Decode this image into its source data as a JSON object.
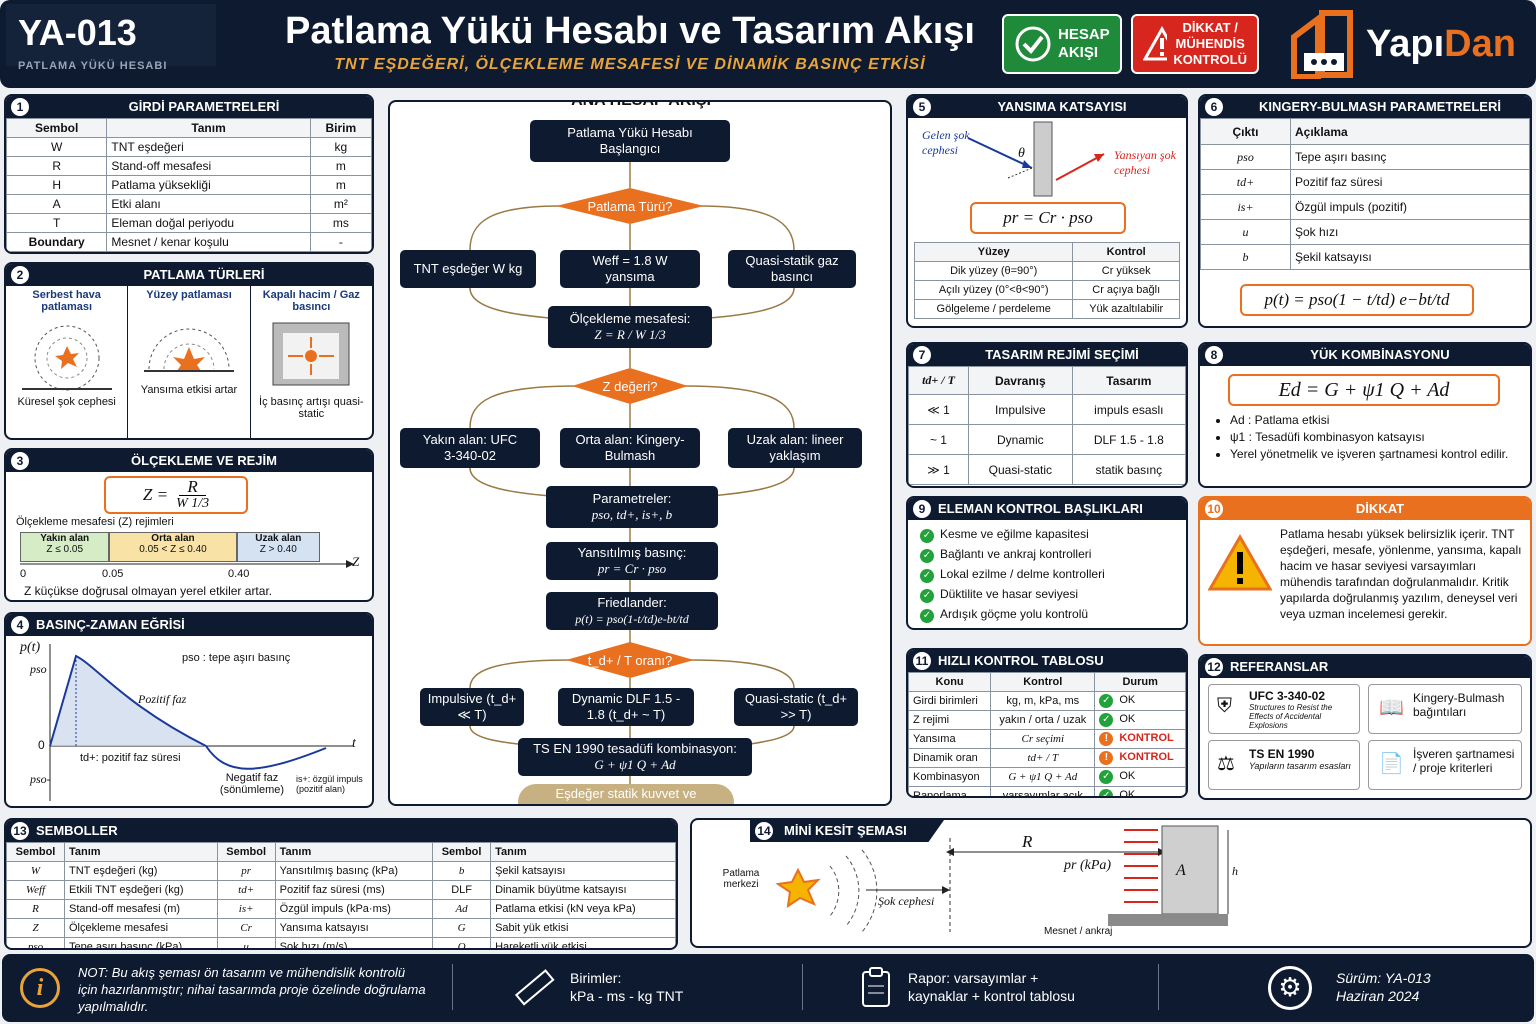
{
  "header": {
    "code": "YA-013",
    "code_sub": "PATLAMA YÜKÜ HESABI",
    "title": "Patlama Yükü Hesabı ve Tasarım Akışı",
    "subtitle": "TNT EŞDEĞERİ, ÖLÇEKLEME MESAFESİ VE DİNAMİK BASINÇ ETKİSİ",
    "badge1": [
      "HESAP",
      "AKIŞI"
    ],
    "badge2": [
      "DİKKAT /",
      "MÜHENDİS",
      "KONTROLÜ"
    ],
    "logo1": "Yapı",
    "logo2": "Dan"
  },
  "p1": {
    "num": "1",
    "title": "GİRDİ PARAMETRELERİ",
    "cols": [
      "Sembol",
      "Tanım",
      "Birim"
    ],
    "rows": [
      [
        "W",
        "TNT eşdeğeri",
        "kg"
      ],
      [
        "R",
        "Stand-off mesafesi",
        "m"
      ],
      [
        "H",
        "Patlama yüksekliği",
        "m"
      ],
      [
        "A",
        "Etki alanı",
        "m²"
      ],
      [
        "T",
        "Eleman doğal periyodu",
        "ms"
      ],
      [
        "Boundary",
        "Mesnet / kenar koşulu",
        "-"
      ]
    ]
  },
  "p2": {
    "num": "2",
    "title": "PATLAMA TÜRLERİ",
    "types": [
      {
        "t": "Serbest hava patlaması",
        "c": "Küresel şok cephesi"
      },
      {
        "t": "Yüzey patlaması",
        "c": "Yansıma etkisi artar"
      },
      {
        "t": "Kapalı hacim / Gaz basıncı",
        "c": "İç basınç artışı quasi-static"
      }
    ]
  },
  "p3": {
    "num": "3",
    "title": "ÖLÇEKLEME VE REJİM",
    "formula_l": "Z =",
    "formula_n": "R",
    "formula_d": "W 1/3",
    "rej_title": "Ölçekleme mesafesi (Z) rejimleri",
    "zones": [
      {
        "a": "Yakın alan",
        "b": "Z ≤ 0.05"
      },
      {
        "a": "Orta alan",
        "b": "0.05 < Z ≤ 0.40"
      },
      {
        "a": "Uzak alan",
        "b": "Z > 0.40"
      }
    ],
    "ticks": [
      "0",
      "0.05",
      "0.40"
    ],
    "axis": "Z",
    "note": "Z küçükse doğrusal olmayan yerel etkiler artar."
  },
  "p4": {
    "num": "4",
    "title": "BASINÇ-ZAMAN EĞRİSİ",
    "y": "p(t)",
    "pso": "pso",
    "zero": "0",
    "t": "t",
    "pso_neg": "pso-",
    "lbl_pso": "pso : tepe aşırı basınç",
    "pos": "Pozitif faz",
    "td": "td+: pozitif faz süresi",
    "neg": "Negatif faz (sönümleme)",
    "is": "is+: özgül impuls (pozitif alan)"
  },
  "flow": {
    "title": "ANA HESAP AKIŞI",
    "start": "Patlama Yükü Hesabı Başlangıcı",
    "d1": "Patlama Türü?",
    "b1": "TNT eşdeğer W kg",
    "b2": "Weff = 1.8 W yansıma",
    "b3": "Quasi-statik gaz basıncı",
    "scale": "Ölçekleme mesafesi:",
    "scale_f": "Z = R / W 1/3",
    "d2": "Z değeri?",
    "c1": "Yakın alan: UFC 3-340-02",
    "c2": "Orta alan: Kingery-Bulmash",
    "c3": "Uzak alan: lineer yaklaşım",
    "par": "Parametreler:",
    "par_f": "pso, td+, is+, b",
    "ref": "Yansıtılmış basınç:",
    "ref_f": "pr = Cr · pso",
    "fr": "Friedlander:",
    "fr_f": "p(t) = pso(1-t/td)e-bt/td",
    "d3": "t_d+ / T oranı?",
    "e1": "Impulsive (t_d+ ≪ T)",
    "e2": "Dynamic DLF 1.5 - 1.8 (t_d+ ~ T)",
    "e3": "Quasi-static (t_d+ >> T)",
    "comb": "TS EN 1990 tesadüfi kombinasyon:",
    "comb_f": "G + ψ1 Q + Ad",
    "end": "Eşdeğer statik kuvvet ve eleman kontrolü"
  },
  "p5": {
    "num": "5",
    "title": "YANSIMA KATSAYISI",
    "inc": "Gelen şok cephesi",
    "refl": "Yansıyan şok cephesi",
    "theta": "θ",
    "formula": "pr = Cr · pso",
    "cols": [
      "Yüzey",
      "Kontrol"
    ],
    "rows": [
      [
        "Dik yüzey (θ=90°)",
        "Cr yüksek"
      ],
      [
        "Açılı yüzey (0°<θ<90°)",
        "Cr açıya bağlı"
      ],
      [
        "Gölgeleme / perdeleme",
        "Yük azaltılabilir"
      ]
    ]
  },
  "p6": {
    "num": "6",
    "title": "KINGERY-BULMASH PARAMETRELERİ",
    "cols": [
      "Çıktı",
      "Açıklama"
    ],
    "rows": [
      [
        "pso",
        "Tepe aşırı basınç"
      ],
      [
        "td+",
        "Pozitif faz süresi"
      ],
      [
        "is+",
        "Özgül impuls (pozitif)"
      ],
      [
        "u",
        "Şok hızı"
      ],
      [
        "b",
        "Şekil katsayısı"
      ]
    ],
    "formula": "p(t) = pso(1 − t/td) e−bt/td"
  },
  "p7": {
    "num": "7",
    "title": "TASARIM REJİMİ SEÇİMİ",
    "cols": [
      "td+ / T",
      "Davranış",
      "Tasarım"
    ],
    "rows": [
      [
        "≪ 1",
        "Impulsive",
        "impuls esaslı"
      ],
      [
        "~ 1",
        "Dynamic",
        "DLF 1.5 - 1.8"
      ],
      [
        "≫ 1",
        "Quasi-static",
        "statik basınç"
      ]
    ]
  },
  "p8": {
    "num": "8",
    "title": "YÜK KOMBİNASYONU",
    "formula": "Ed = G + ψ1 Q + Ad",
    "items": [
      "Ad : Patlama etkisi",
      "ψ1 : Tesadüfi kombinasyon katsayısı",
      "Yerel yönetmelik ve işveren şartnamesi kontrol edilir."
    ]
  },
  "p9": {
    "num": "9",
    "title": "ELEMAN KONTROL BAŞLIKLARI",
    "items": [
      "Kesme ve eğilme kapasitesi",
      "Bağlantı ve ankraj kontrolleri",
      "Lokal ezilme / delme kontrolleri",
      "Düktilite ve hasar seviyesi",
      "Ardışık göçme yolu kontrolü"
    ]
  },
  "p10": {
    "num": "10",
    "title": "DİKKAT",
    "text": "Patlama hesabı yüksek belirsizlik içerir. TNT eşdeğeri, mesafe, yönlenme, yansıma, kapalı hacim ve hasar seviyesi varsayımları mühendis tarafından doğrulanmalıdır. Kritik yapılarda doğrulanmış yazılım, deneysel veri veya uzman incelemesi gerekir."
  },
  "p11": {
    "num": "11",
    "title": "HIZLI KONTROL TABLOSU",
    "cols": [
      "Konu",
      "Kontrol",
      "Durum"
    ],
    "rows": [
      [
        "Girdi birimleri",
        "kg, m, kPa, ms",
        "OK"
      ],
      [
        "Z rejimi",
        "yakın / orta / uzak",
        "OK"
      ],
      [
        "Yansıma",
        "Cr seçimi",
        "KONTROL"
      ],
      [
        "Dinamik oran",
        "td+ / T",
        "KONTROL"
      ],
      [
        "Kombinasyon",
        "G + ψ1 Q + Ad",
        "OK"
      ],
      [
        "Raporlama",
        "varsayımlar açık",
        "OK"
      ]
    ]
  },
  "p12": {
    "num": "12",
    "title": "REFERANSLAR",
    "refs": [
      {
        "a": "UFC 3-340-02",
        "b": "Structures to Resist the Effects of Accidental Explosions"
      },
      {
        "a": "Kingery-Bulmash bağıntıları",
        "b": ""
      },
      {
        "a": "TS EN 1990",
        "b": "Yapıların tasarım esasları"
      },
      {
        "a": "İşveren şartnamesi / proje kriterleri",
        "b": ""
      }
    ]
  },
  "p13": {
    "num": "13",
    "title": "SEMBOLLER",
    "cols": [
      "Sembol",
      "Tanım",
      "Sembol",
      "Tanım",
      "Sembol",
      "Tanım"
    ],
    "rows": [
      [
        "W",
        "TNT eşdeğeri (kg)",
        "pr",
        "Yansıtılmış basınç (kPa)",
        "b",
        "Şekil katsayısı"
      ],
      [
        "Weff",
        "Etkili TNT eşdeğeri (kg)",
        "td+",
        "Pozitif faz süresi (ms)",
        "DLF",
        "Dinamik büyütme katsayısı"
      ],
      [
        "R",
        "Stand-off mesafesi (m)",
        "is+",
        "Özgül impuls (kPa·ms)",
        "Ad",
        "Patlama etkisi (kN veya kPa)"
      ],
      [
        "Z",
        "Ölçekleme mesafesi",
        "Cr",
        "Yansıma katsayısı",
        "G",
        "Sabit yük etkisi"
      ],
      [
        "pso",
        "Tepe aşırı basınç (kPa)",
        "u",
        "Şok hızı (m/s)",
        "Q",
        "Hareketli yük etkisi"
      ]
    ]
  },
  "p14": {
    "num": "14",
    "title": "MİNİ KESİT ŞEMASI",
    "center": "Patlama merkezi",
    "R": "R",
    "pr": "pr (kPa)",
    "A": "A",
    "h": "h",
    "shock": "Şok cephesi",
    "support": "Mesnet / ankraj"
  },
  "footer": {
    "note": "NOT: Bu akış şeması ön tasarım ve mühendislik kontrolü için hazırlanmıştır; nihai tasarımda proje özelinde doğrulama yapılmalıdır.",
    "units_t": "Birimler:",
    "units": "kPa - ms - kg TNT",
    "rep_t": "Rapor: varsayımlar +",
    "rep": "kaynaklar + kontrol tablosu",
    "ver": "Sürüm:  YA-013",
    "date": "Haziran 2024"
  }
}
